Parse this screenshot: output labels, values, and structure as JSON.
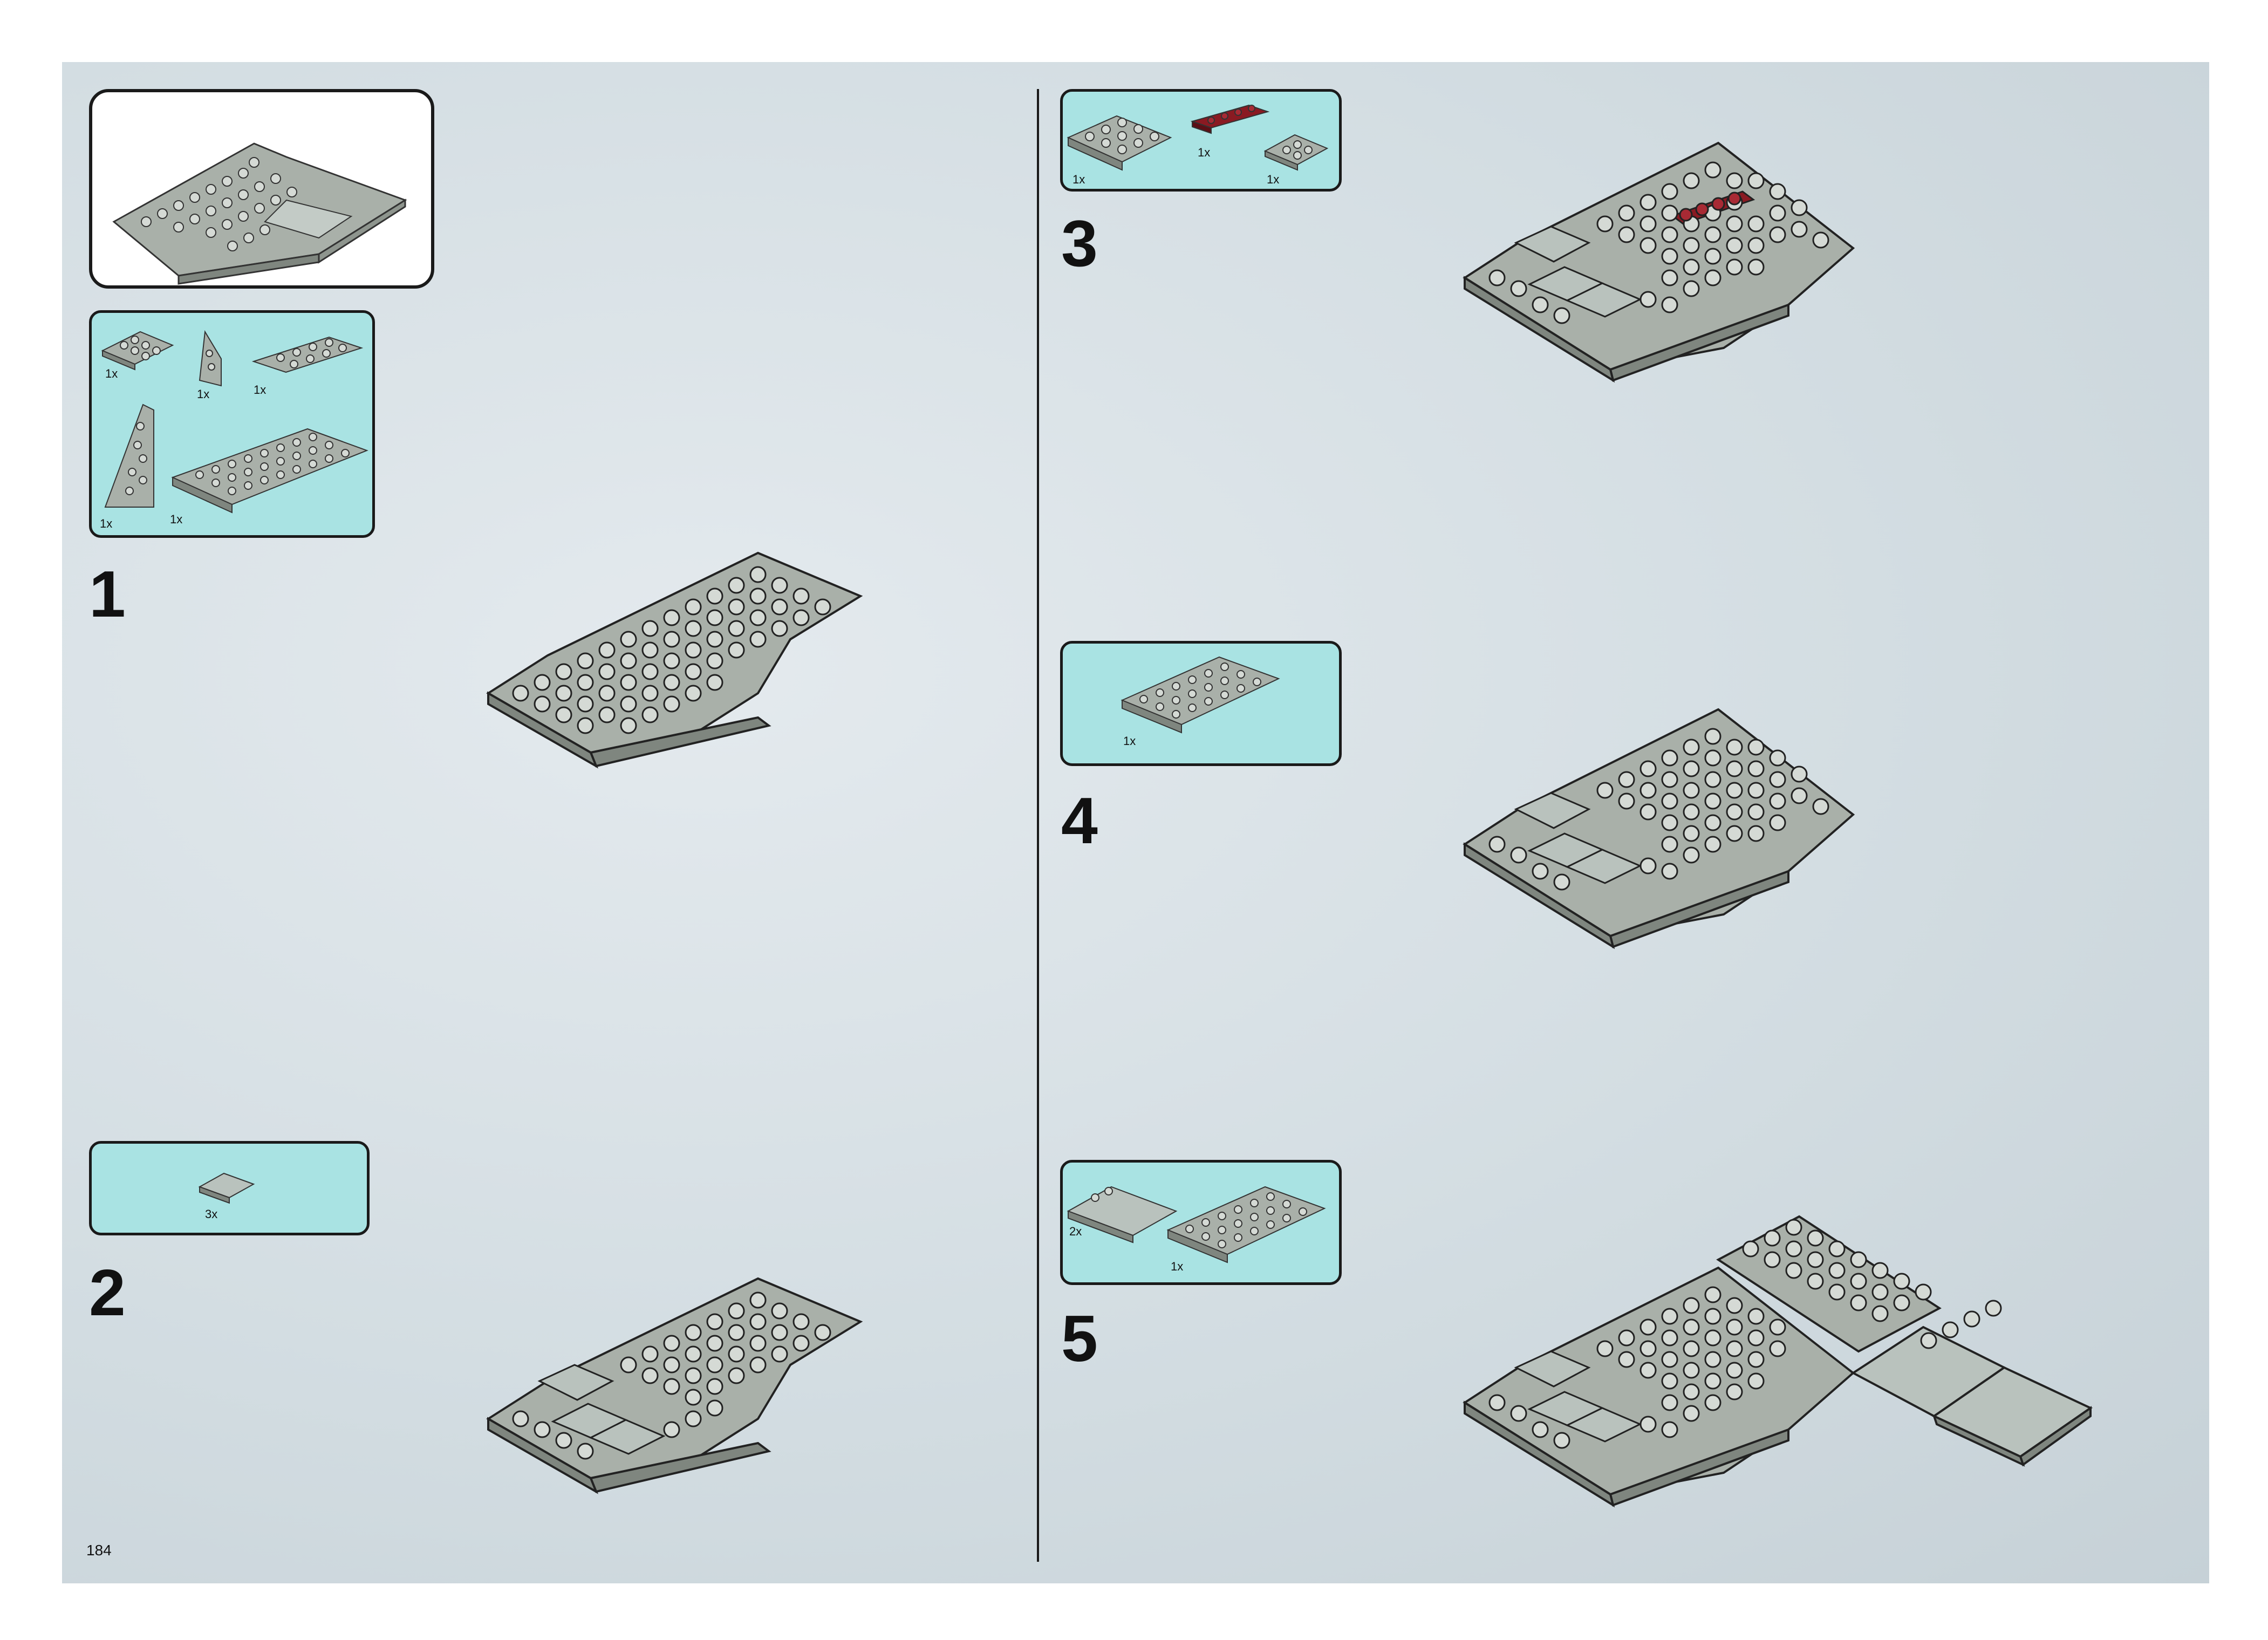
{
  "page_number": "184",
  "steps": [
    {
      "number": "1",
      "parts": [
        {
          "qty": "1x"
        },
        {
          "qty": "1x"
        },
        {
          "qty": "1x"
        },
        {
          "qty": "1x"
        },
        {
          "qty": "1x"
        }
      ]
    },
    {
      "number": "2",
      "parts": [
        {
          "qty": "3x"
        }
      ]
    },
    {
      "number": "3",
      "parts": [
        {
          "qty": "1x"
        },
        {
          "qty": "1x"
        },
        {
          "qty": "1x"
        }
      ]
    },
    {
      "number": "4",
      "parts": [
        {
          "qty": "1x"
        }
      ]
    },
    {
      "number": "5",
      "parts": [
        {
          "qty": "2x"
        },
        {
          "qty": "1x"
        }
      ]
    }
  ],
  "colors": {
    "panel": "#a9e3e3",
    "plate_top": "#a9b0a9",
    "plate_side": "#7f867f",
    "stud": "#d5dad5",
    "red_plate": "#8a1a22",
    "tile": "#b9c2bd"
  }
}
